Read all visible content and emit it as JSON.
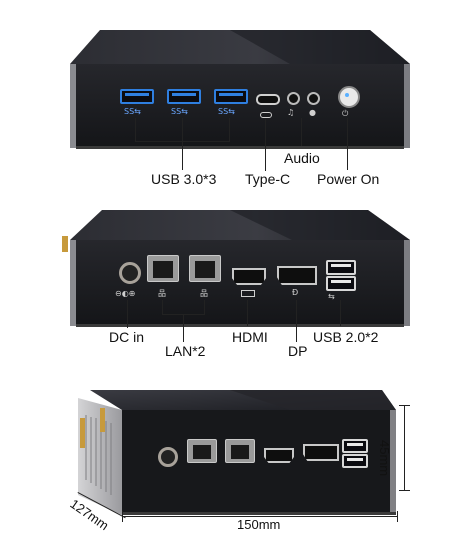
{
  "panel1": {
    "labels": {
      "usb30": "USB 3.0*3",
      "typec": "Type-C",
      "audio": "Audio",
      "power": "Power On"
    },
    "port_text": {
      "ss": "SS⇆"
    }
  },
  "panel2": {
    "labels": {
      "dc_in": "DC in",
      "lan": "LAN*2",
      "hdmi": "HDMI",
      "dp": "DP",
      "usb20": "USB 2.0*2"
    }
  },
  "panel3": {
    "dimensions": {
      "height": "45mm",
      "width": "150mm",
      "depth": "127mm"
    }
  },
  "colors": {
    "usb3_accent": "#2f7fe0",
    "case_dark": "#1c1d22",
    "case_top": "#2a2b31",
    "line": "#222222"
  }
}
